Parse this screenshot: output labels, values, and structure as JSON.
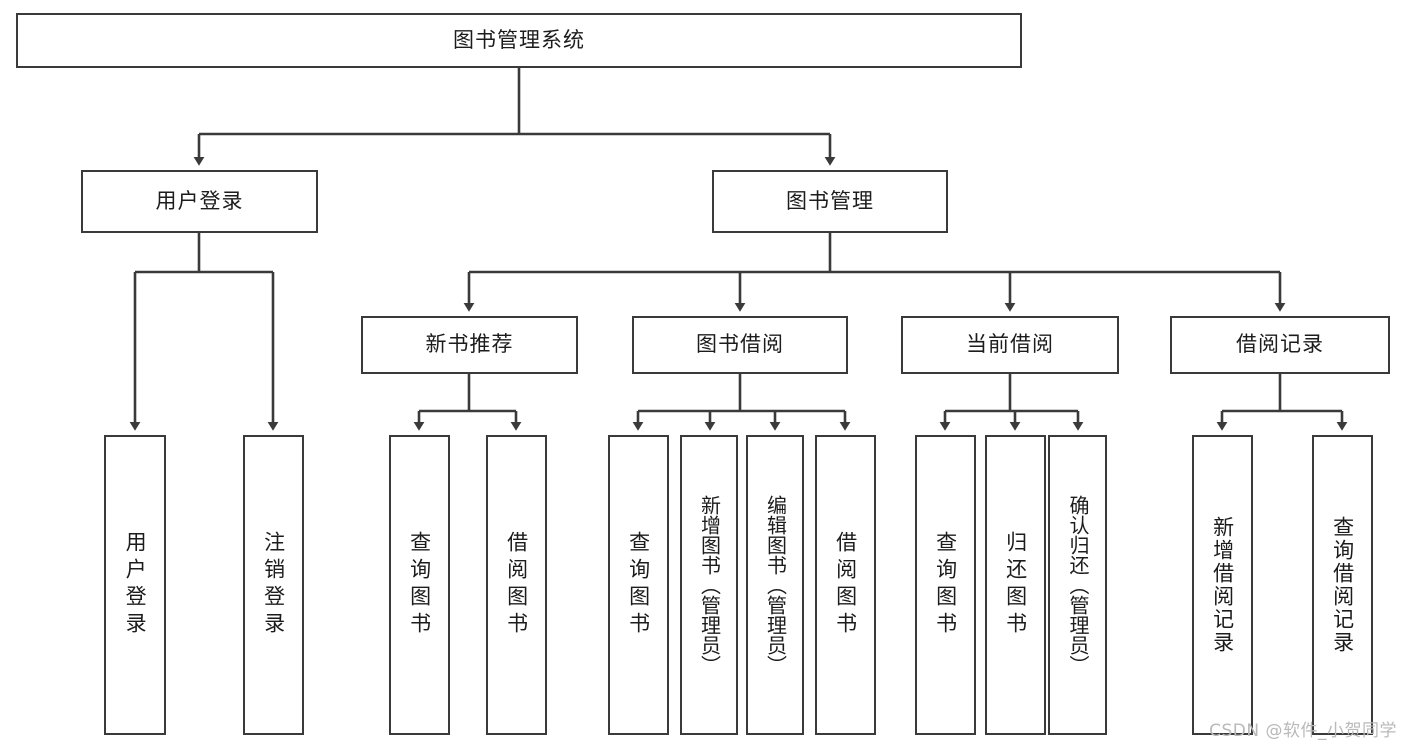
{
  "diagram": {
    "title": "图书管理系统",
    "type": "hierarchy-tree",
    "background": "#ffffff",
    "stroke": "#3a3a3a",
    "text_color": "#1c1c1c",
    "root": {
      "label": "图书管理系统"
    },
    "level2": [
      {
        "label": "用户登录"
      },
      {
        "label": "图书管理"
      }
    ],
    "level3": [
      {
        "label": "新书推荐"
      },
      {
        "label": "图书借阅"
      },
      {
        "label": "当前借阅"
      },
      {
        "label": "借阅记录"
      }
    ],
    "leaves": {
      "user_login": [
        {
          "label": "用户登录"
        },
        {
          "label": "注销登录"
        }
      ],
      "new_book_recommend": [
        {
          "label": "查询图书"
        },
        {
          "label": "借阅图书"
        }
      ],
      "book_borrow": [
        {
          "label": "查询图书"
        },
        {
          "label": "新增图书（管理员）"
        },
        {
          "label": "编辑图书（管理员）"
        },
        {
          "label": "借阅图书"
        }
      ],
      "current_borrow": [
        {
          "label": "查询图书"
        },
        {
          "label": "归还图书"
        },
        {
          "label": "确认归还（管理员）"
        }
      ],
      "borrow_record": [
        {
          "label": "新增借阅记录"
        },
        {
          "label": "查询借阅记录"
        }
      ]
    }
  },
  "watermark": {
    "text": "CSDN @软件_小贺同学"
  }
}
